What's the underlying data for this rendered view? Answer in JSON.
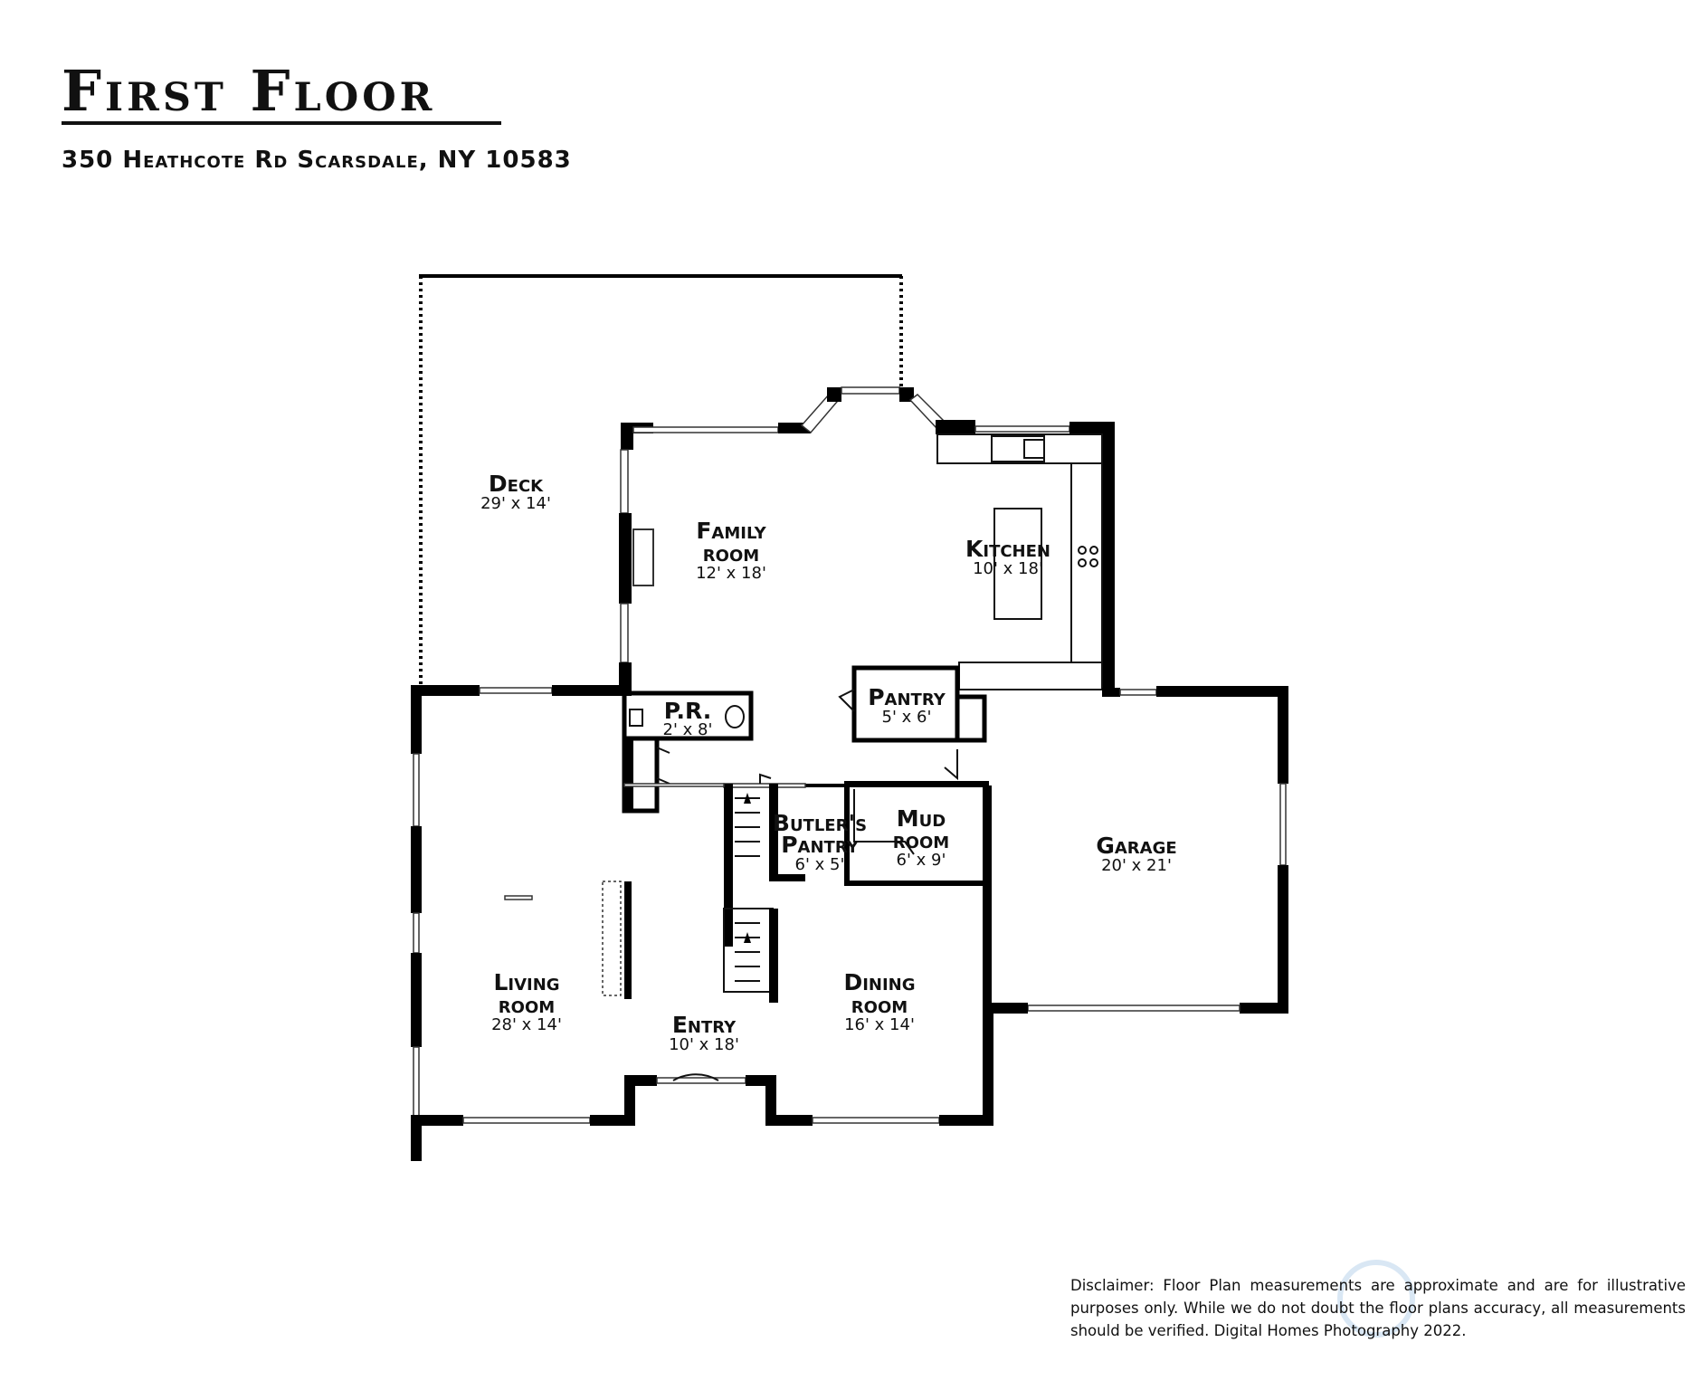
{
  "header": {
    "title": "First Floor",
    "address": "350 Heathcote Rd Scarsdale, NY 10583"
  },
  "rooms": {
    "deck": {
      "name": "Deck",
      "dims": "29' x 14'"
    },
    "family": {
      "name_line1": "Family",
      "name_line2": "room",
      "dims": "12' x 18'"
    },
    "kitchen": {
      "name": "Kitchen",
      "dims": "10' x 18'"
    },
    "pantry": {
      "name": "Pantry",
      "dims": "5' x 6'"
    },
    "powder": {
      "name": "P.R.",
      "dims": "2' x 8'"
    },
    "butlers": {
      "name_line1": "Butler's",
      "name_line2": "Pantry",
      "dims": "6' x 5'"
    },
    "mud": {
      "name_line1": "Mud",
      "name_line2": "room",
      "dims": "6' x 9'"
    },
    "garage": {
      "name": "Garage",
      "dims": "20' x 21'"
    },
    "living": {
      "name_line1": "Living",
      "name_line2": "room",
      "dims": "28' x 14'"
    },
    "entry": {
      "name": "Entry",
      "dims": "10' x 18'"
    },
    "dining": {
      "name_line1": "Dining",
      "name_line2": "room",
      "dims": "16' x 14'"
    }
  },
  "disclaimer": "Disclaimer: Floor Plan measurements are approximate and are for illustrative purposes only. While we do not doubt the floor plans accuracy, all measurements should be verified. Digital Homes Photography 2022.",
  "colors": {
    "wall": "#000000",
    "text": "#111111",
    "background": "#ffffff",
    "watermark": "#78aad7"
  }
}
